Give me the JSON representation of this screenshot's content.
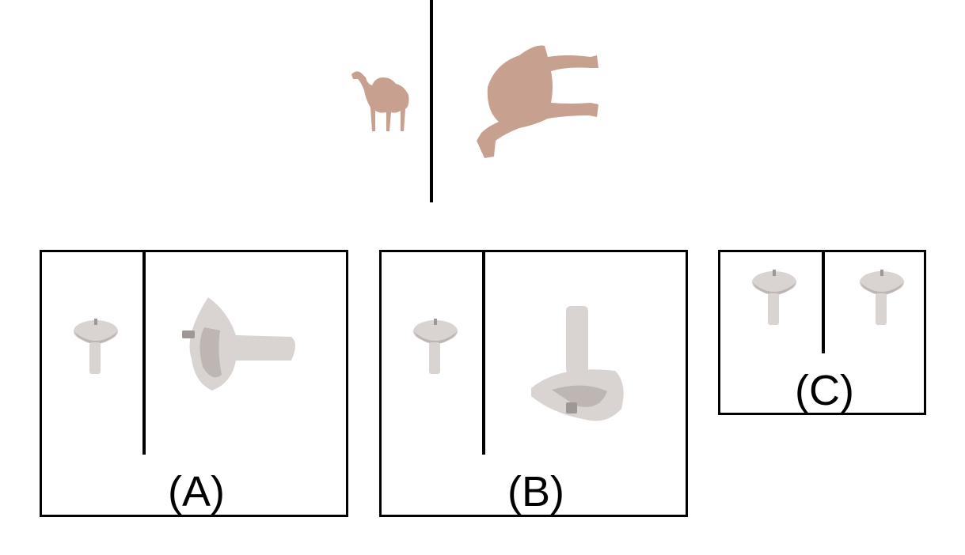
{
  "colors": {
    "camel": "#c7a08f",
    "sink": "#d9d4d2",
    "sink_shade": "#bdb6b3",
    "line": "#000000"
  },
  "example": {
    "left_icon": "camel-icon",
    "right_icon": "camel-rotated-icon"
  },
  "options": [
    {
      "label": "(A)",
      "left_icon": "sink-icon",
      "right_icon": "sink-rotated-icon"
    },
    {
      "label": "(B)",
      "left_icon": "sink-icon",
      "right_icon": "sink-rotated-icon"
    },
    {
      "label": "(C)",
      "left_icon": "sink-icon",
      "right_icon": "sink-icon"
    }
  ]
}
